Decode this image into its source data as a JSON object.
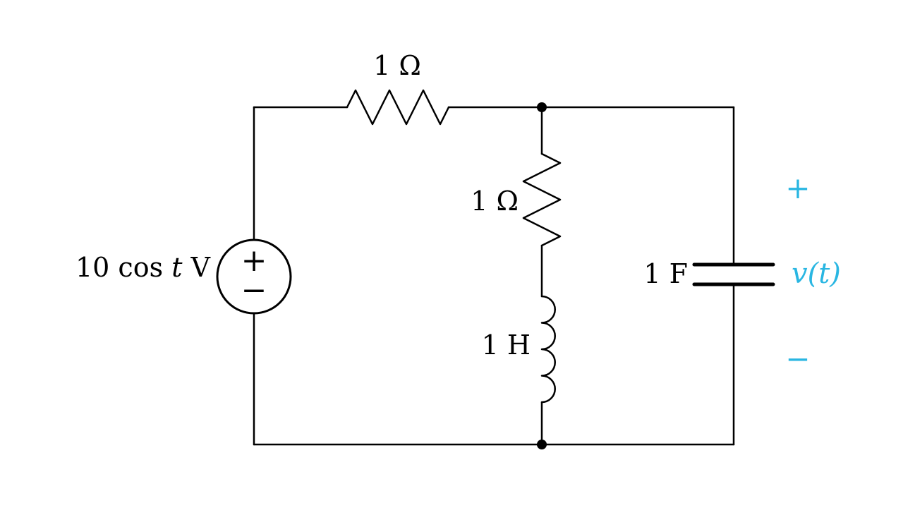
{
  "diagram_type": "circuit-schematic",
  "colors": {
    "wire": "#000000",
    "accent": "#29b6e2",
    "background": "#ffffff"
  },
  "source": {
    "label_prefix": "10 cos ",
    "label_var": "t",
    "label_suffix": " V",
    "plus": "+",
    "minus": "−"
  },
  "components": {
    "resistor_top": {
      "label": "1 Ω"
    },
    "resistor_mid": {
      "label": "1 Ω"
    },
    "inductor": {
      "label": "1 H"
    },
    "capacitor": {
      "label": "1 F"
    }
  },
  "output_voltage": {
    "plus": "+",
    "label": "v(t)",
    "minus": "−"
  }
}
